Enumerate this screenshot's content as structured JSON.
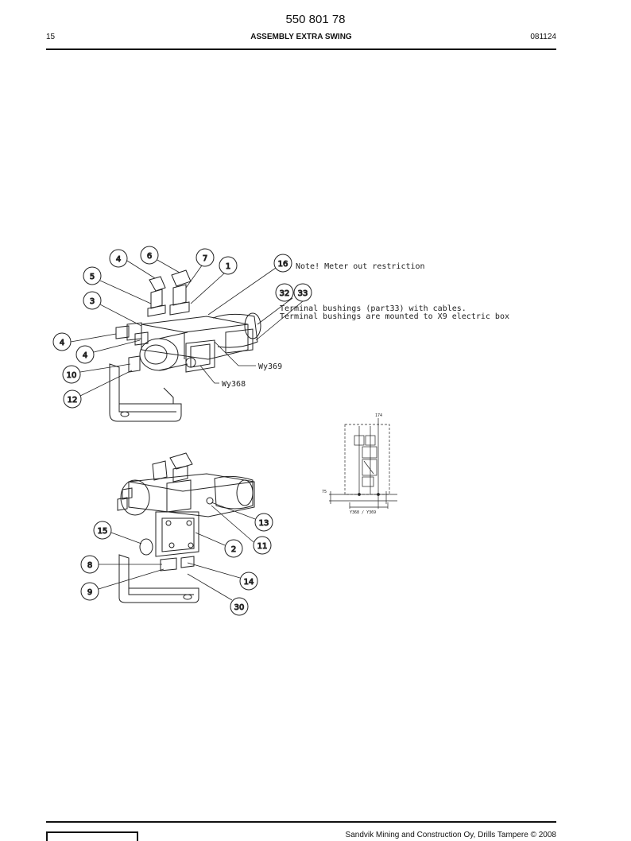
{
  "header": {
    "doc_number": "550 801 78",
    "page": "15",
    "title": "ASSEMBLY EXTRA SWING",
    "date_code": "081124"
  },
  "drawing": {
    "callouts_top": [
      "4",
      "6",
      "7",
      "1",
      "16",
      "5",
      "32",
      "33",
      "3",
      "4",
      "4",
      "10",
      "12"
    ],
    "callouts_bottom": [
      "13",
      "15",
      "2",
      "11",
      "8",
      "14",
      "9",
      "30"
    ],
    "note_meter": "Note! Meter out restriction",
    "note_terminal_1": "Terminal bushings (part33) with cables.",
    "note_terminal_2": "Terminal bushings are mounted to X9 electric box",
    "label_wy369": "Wy369",
    "label_wy368": "Wy368",
    "schematic_label": "Y368 / Y369",
    "schematic_top": "174",
    "schematic_left": "75"
  },
  "footer": {
    "copyright": "Sandvik Mining and Construction Oy, Drills Tampere © 2008"
  }
}
